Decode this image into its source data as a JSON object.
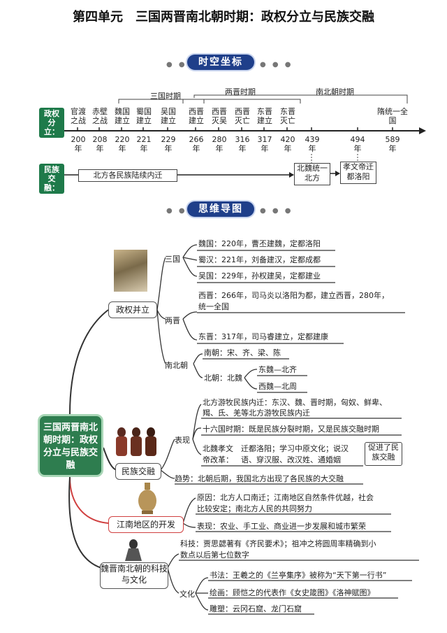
{
  "title": "第四单元　三国两晋南北朝时期：政权分立与民族交融",
  "section1": "时空坐标",
  "section2": "思维导图",
  "timeline": {
    "tag_politics": "政权分立：",
    "tag_ethnic": "民族交融：",
    "periods": [
      "三国时期",
      "两晋时期",
      "南北朝时期"
    ],
    "events": [
      "官渡之战",
      "赤壁之战",
      "魏国建立",
      "蜀国建立",
      "吴国建立",
      "西晋建立",
      "西晋灭吴",
      "西晋灭亡",
      "东晋建立",
      "东晋灭亡",
      "隋统一全国"
    ],
    "years": [
      "200年",
      "208年",
      "220年",
      "221年",
      "229年",
      "266年",
      "280年",
      "316年",
      "317年",
      "420年",
      "439年",
      "494年",
      "589年"
    ],
    "ethnic_migration": "北方各民族陆续内迁",
    "north_wei": "北魏统一北方",
    "reform": "孝文帝迁都洛阳"
  },
  "mindmap": {
    "center": "三国两晋南北朝时期：政权分立与民族交融",
    "b1": "政权并立",
    "three_kingdoms": "三国",
    "wei": "魏国：220年，曹丕建魏，定都洛阳",
    "shu": "蜀汉：221年，刘备建汉，定都成都",
    "wu": "吴国：229年，孙权建吴，定都建业",
    "jin": "两晋",
    "west_jin_1": "西晋：266年，司马炎以洛阳为都，建立西晋，280年，",
    "west_jin_2": "统一全国",
    "east_jin": "东晋：317年，司马睿建立，定都建康",
    "nbc": "南北朝",
    "south": "南朝：宋、齐、梁、陈",
    "north": "北朝：北魏",
    "east_wei": "东魏—北齐",
    "west_wei": "西魏—北周",
    "b2": "民族交融",
    "biaoxian": "表现",
    "nomad_1": "北方游牧民族内迁：东汉、魏、晋时期，匈奴、鲜卑、",
    "nomad_2": "羯、氐、羌等北方游牧民族内迁",
    "sixteen": "十六国时期：既是民族分裂时期，又是民族交融时期",
    "xiaowen_1": "北魏孝文",
    "xiaowen_2": "帝改革：",
    "xiaowen_r1": "迁都洛阳；学习中原文化；说汉",
    "xiaowen_r2": "语、穿汉服、改汉姓、通婚姻",
    "xiaowen_effect": "促进了民族交融",
    "trend": "趋势：北朝后期，我国北方出现了各民族的大交融",
    "b3": "江南地区的开发",
    "reason_1": "原因：北方人口南迁；江南地区自然条件优越，社会",
    "reason_2": "比较安定；南北方人民的共同努力",
    "performance": "表现：农业、手工业、商业进一步发展和城市繁荣",
    "b4": "魏晋南北朝的科技与文化",
    "science_1": "科技：贾思勰著有《齐民要术》；祖冲之将圆周率精确到小",
    "science_2": "数点以后第七位数字",
    "culture": "文化",
    "calligraphy": "书法：王羲之的《兰亭集序》被称为“天下第一行书”",
    "painting": "绘画：顾恺之的代表作《女史箴图》《洛神赋图》",
    "sculpture": "雕塑：云冈石窟、龙门石窟"
  }
}
